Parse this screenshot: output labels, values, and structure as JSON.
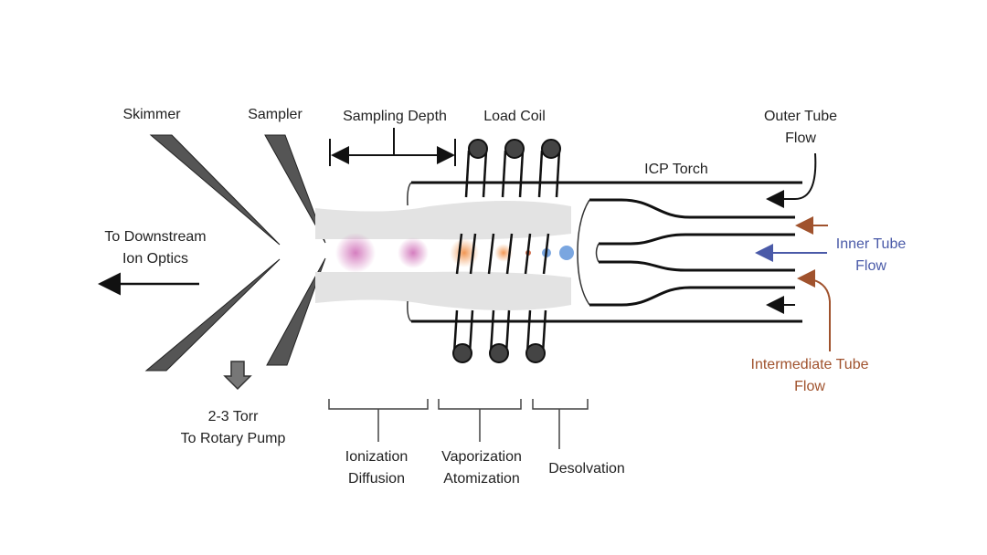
{
  "labels": {
    "skimmer": "Skimmer",
    "sampler": "Sampler",
    "sampling_depth": "Sampling Depth",
    "load_coil": "Load Coil",
    "outer_tube_flow_1": "Outer Tube",
    "outer_tube_flow_2": "Flow",
    "icp_torch": "ICP Torch",
    "inner_tube_flow_1": "Inner Tube",
    "inner_tube_flow_2": "Flow",
    "intermediate_tube_flow_1": "Intermediate Tube",
    "intermediate_tube_flow_2": "Flow",
    "downstream_1": "To Downstream",
    "downstream_2": "Ion Optics",
    "pump_1": "2-3 Torr",
    "pump_2": "To Rotary Pump",
    "ionization_1": "Ionization",
    "ionization_2": "Diffusion",
    "vaporization_1": "Vaporization",
    "vaporization_2": "Atomization",
    "desolvation": "Desolvation"
  },
  "colors": {
    "inner_flow": "#4a5aa8",
    "intermediate_flow": "#a0522d",
    "plasma": "#e3e3e3",
    "ion_particles": "#d070b8",
    "atom_particles": "#f0a060",
    "droplet_particles": "#7aa6e0"
  }
}
